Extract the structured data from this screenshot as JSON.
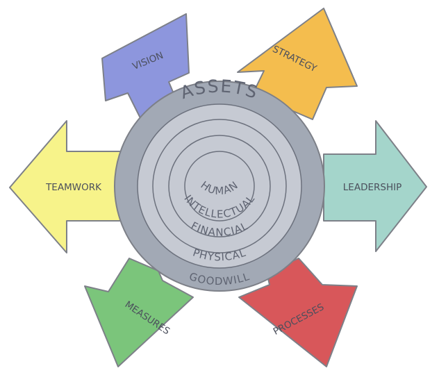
{
  "center": {
    "outer_label": "ASSETS",
    "rings": [
      "GOODWILL",
      "PHYSICAL",
      "FINANCIAL",
      "INTELLECTUAL",
      "HUMAN"
    ]
  },
  "arrows": [
    {
      "label": "VISION",
      "color": "#8d96dd"
    },
    {
      "label": "STRATEGY",
      "color": "#f4bd4e"
    },
    {
      "label": "LEADERSHIP",
      "color": "#a4d5cb"
    },
    {
      "label": "PROCESSES",
      "color": "#d8575a"
    },
    {
      "label": "MEASURES",
      "color": "#7bc57b"
    },
    {
      "label": "TEAMWORK",
      "color": "#f7f38a"
    }
  ],
  "colors": {
    "outline": "#7d8088",
    "disc_outer": "#a2a9b5",
    "disc_inner": "#c6cad3",
    "ring_stroke": "#6c717d",
    "text": "#4b4f5c"
  }
}
